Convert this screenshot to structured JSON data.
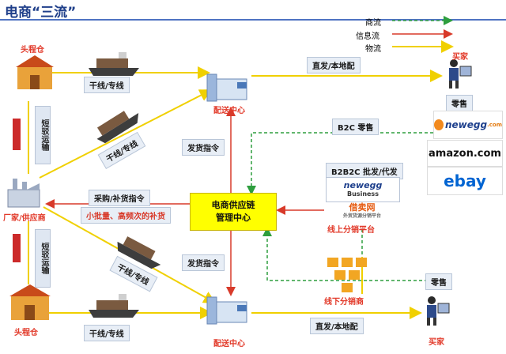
{
  "title": "电商“三流”",
  "legend": {
    "commerce": "商流",
    "info": "信息流",
    "logistics": "物流"
  },
  "nodes": {
    "warehouse_top": "头程仓",
    "warehouse_bottom": "头程仓",
    "factory": "厂家/供应商",
    "dc_top": "配送中心",
    "dc_bottom": "配送中心",
    "center": [
      "电商供应链",
      "管理中心"
    ],
    "buyer_top": "买家",
    "buyer_bottom": "买家",
    "retail_top": "零售",
    "retail_bottom": "零售",
    "online_platform": "线上分销平台",
    "offline_dist": "线下分销商"
  },
  "labels": {
    "trunk_top": "干线/专线",
    "trunk_diag_top": "干线/专线",
    "trunk_diag_bottom": "干线/专线",
    "trunk_bottom": "干线/专线",
    "direct_top": "直发/本地配",
    "direct_bottom": "直发/本地配",
    "b2c": "B2C 零售",
    "b2b2c": "B2B2C 批发/代发",
    "ship_cmd_top": "发货指令",
    "ship_cmd_bottom": "发货指令",
    "purchase_cmd": "采购/补货指令",
    "small_batch": "小批量、高频次的补货",
    "short_top": "短驳运输",
    "short_bottom": "短驳运输"
  },
  "logos": {
    "newegg": "newegg",
    "newegg_suffix": ".com",
    "amazon": "amazon.com",
    "ebay": "ebay",
    "newegg_business": "newegg",
    "business": "Business",
    "jiemai": "借卖网",
    "jiemai_sub": "外贸货源分销平台"
  },
  "colors": {
    "commerce": "#2e9e3e",
    "info": "#d83a2a",
    "logistics": "#f0d000",
    "title": "#1f3f8a"
  }
}
